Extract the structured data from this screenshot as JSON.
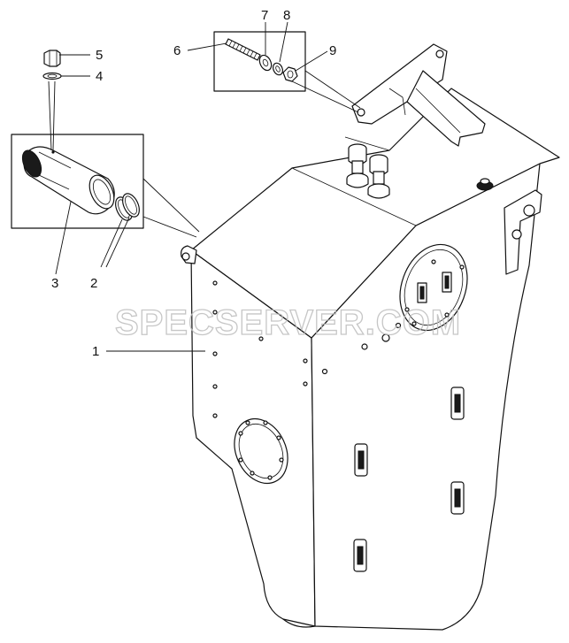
{
  "watermark": "SPECSERVER.COM",
  "callouts": [
    {
      "id": "1",
      "label": "1"
    },
    {
      "id": "2",
      "label": "2"
    },
    {
      "id": "3",
      "label": "3"
    },
    {
      "id": "4",
      "label": "4"
    },
    {
      "id": "5",
      "label": "5"
    },
    {
      "id": "6",
      "label": "6"
    },
    {
      "id": "7",
      "label": "7"
    },
    {
      "id": "8",
      "label": "8"
    },
    {
      "id": "9",
      "label": "9"
    }
  ]
}
